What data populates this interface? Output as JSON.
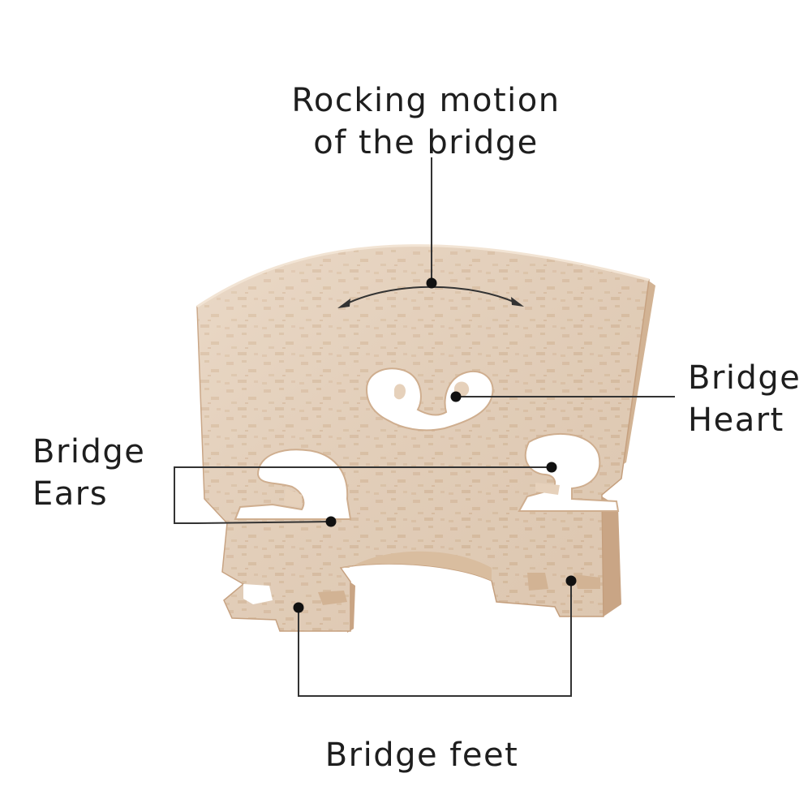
{
  "labels": {
    "rocking": [
      "Rocking motion",
      "of the bridge"
    ],
    "heart": [
      "Bridge",
      "Heart"
    ],
    "ears": [
      "Bridge",
      "Ears"
    ],
    "feet": "Bridge feet"
  },
  "colors": {
    "wood_light": "#ead8c5",
    "wood_mid": "#dcc3aa",
    "wood_dark": "#cfae8f",
    "wood_side": "#c9a585",
    "leader": "#333333",
    "text": "#1e1e1e",
    "background": "#ffffff"
  },
  "icons": [
    "violin-bridge-illustration",
    "rocking-motion-arrow"
  ]
}
